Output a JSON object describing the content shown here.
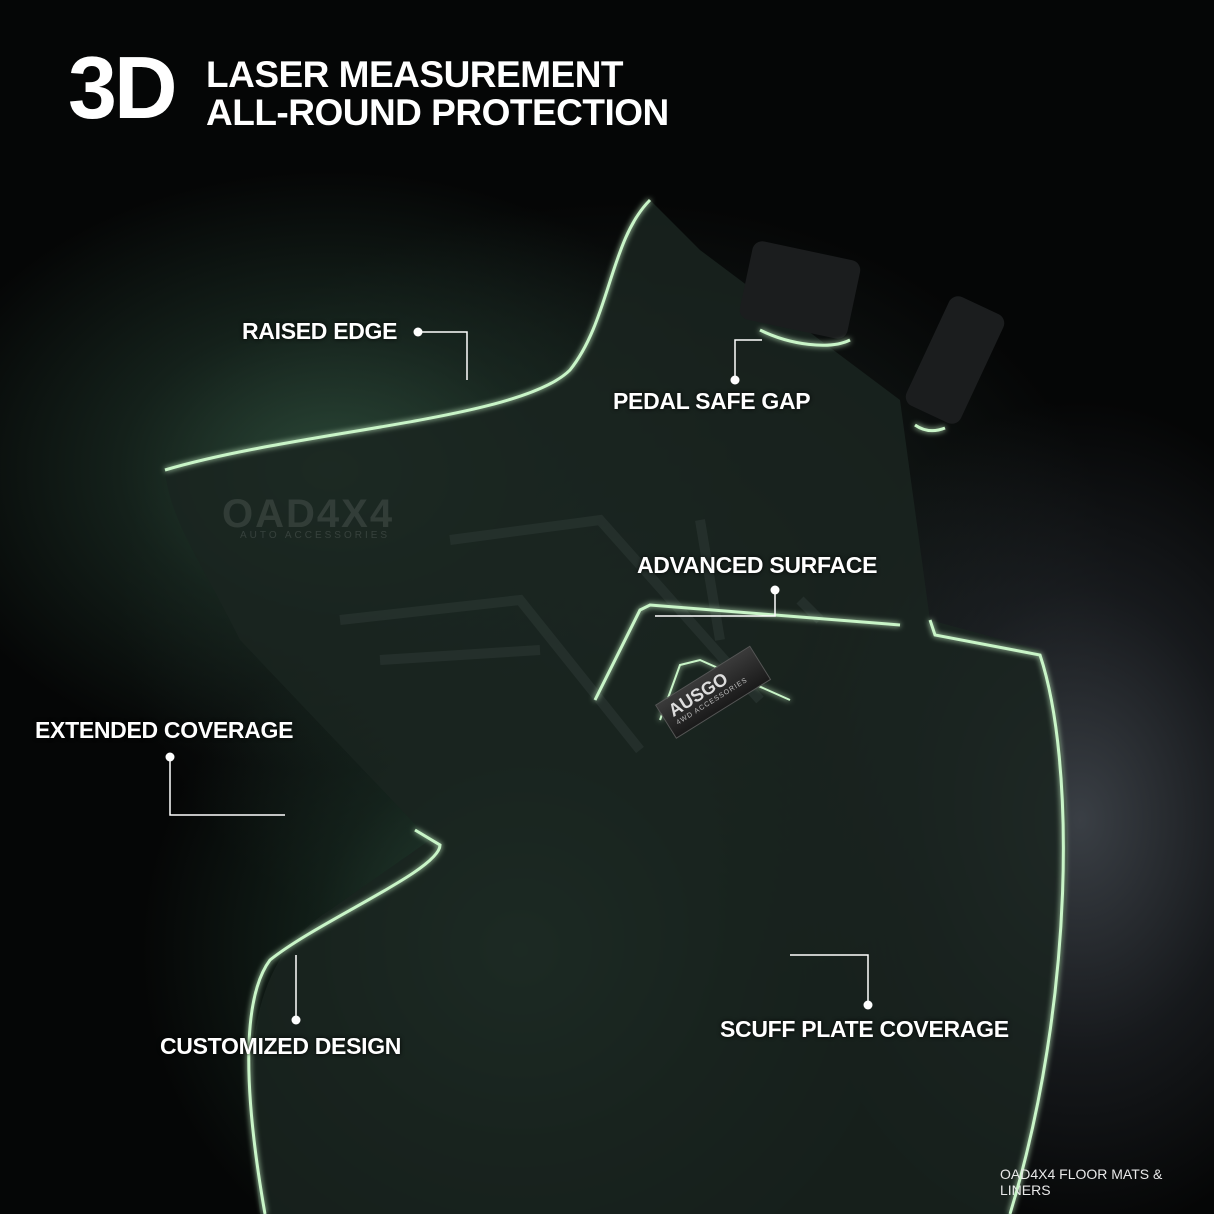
{
  "header": {
    "big": "3D",
    "line1": "LASER MEASUREMENT",
    "line2": "ALL-ROUND PROTECTION"
  },
  "callouts": {
    "raised_edge": "RAISED EDGE",
    "pedal_safe_gap": "PEDAL SAFE GAP",
    "advanced_surface": "ADVANCED SURFACE",
    "extended_coverage": "EXTENDED COVERAGE",
    "customized_design": "CUSTOMIZED DESIGN",
    "scuff_plate_coverage": "SCUFF PLATE COVERAGE"
  },
  "watermark": {
    "name": "OAD4X4",
    "sub": "AUTO ACCESSORIES"
  },
  "badge": {
    "name": "AUSGO",
    "sub": "4WD ACCESSORIES"
  },
  "footer": "OAD4X4 FLOOR MATS & LINERS",
  "colors": {
    "outline_glow": "#9be8a0",
    "accent_green": "#2f5a3f",
    "text": "#ffffff"
  }
}
